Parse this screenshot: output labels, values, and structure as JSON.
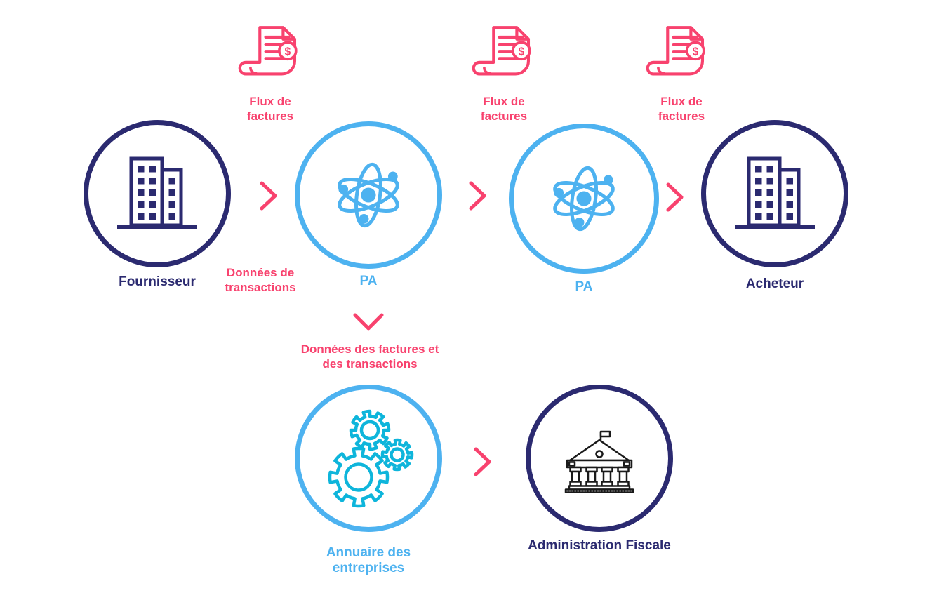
{
  "colors": {
    "navy": "#2B2A70",
    "blue": "#4DB2F0",
    "pink": "#F8426E",
    "cyan": "#0EB5DB",
    "bank": "#1A1A1A"
  },
  "flux_labels": [
    {
      "line1": "Flux de",
      "line2": "factures"
    },
    {
      "line1": "Flux de",
      "line2": "factures"
    },
    {
      "line1": "Flux de",
      "line2": "factures"
    }
  ],
  "nodes": {
    "fournisseur": {
      "label": "Fournisseur"
    },
    "pa1": {
      "label": "PA"
    },
    "pa2": {
      "label": "PA"
    },
    "acheteur": {
      "label": "Acheteur"
    },
    "annuaire": {
      "line1": "Annuaire des",
      "line2": "entreprises"
    },
    "administration_fiscale": {
      "label": "Administration Fiscale"
    }
  },
  "flow_labels": {
    "donnees_transactions": {
      "line1": "Données de",
      "line2": "transactions"
    },
    "donnees_factures": {
      "line1": "Données des factures et",
      "line2": "des transactions"
    }
  },
  "icons": {
    "dollar_symbol": "$"
  }
}
